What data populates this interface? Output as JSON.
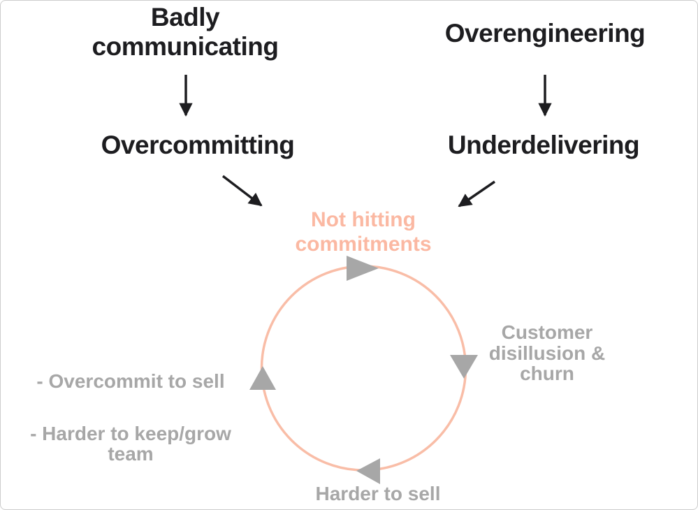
{
  "causes": {
    "left": {
      "source": "Badly\ncommunicating",
      "result": "Overcommitting"
    },
    "right": {
      "source": "Overengineering",
      "result": "Underdelivering"
    }
  },
  "cycle": {
    "top_label": "Not hitting\ncommitments",
    "right_label": "Customer\ndisillusion &\nchurn",
    "bottom_label": "Harder to sell",
    "left_items": [
      "- Overcommit to sell",
      "- Harder to keep/grow\nteam"
    ]
  },
  "colors": {
    "accent_salmon_text": "#fbb8a2",
    "accent_salmon_circle": "#f9bda7",
    "gray": "#a7a7a7",
    "black": "#1d1d20",
    "border": "#cccccc"
  }
}
